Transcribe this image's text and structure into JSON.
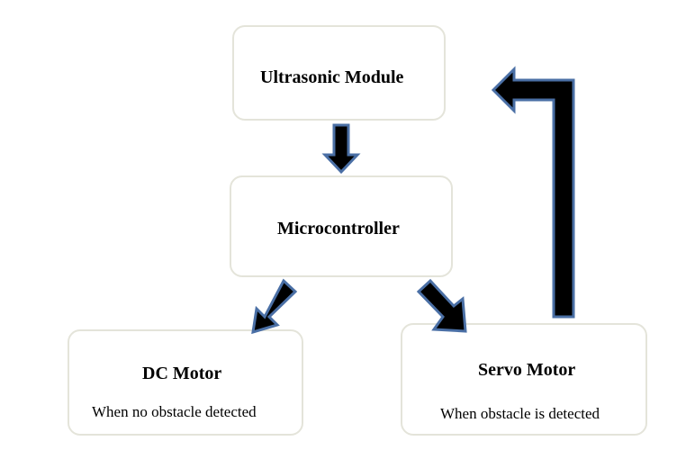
{
  "diagram": {
    "nodes": {
      "ultrasonic": {
        "title": "Ultrasonic Module"
      },
      "microcontroller": {
        "title": "Microcontroller"
      },
      "dc_motor": {
        "title": "DC Motor",
        "note": "When no obstacle detected"
      },
      "servo_motor": {
        "title": "Servo Motor",
        "note": "When obstacle is detected"
      }
    },
    "edges": [
      {
        "from": "Ultrasonic Module",
        "to": "Microcontroller"
      },
      {
        "from": "Microcontroller",
        "to": "DC Motor"
      },
      {
        "from": "Microcontroller",
        "to": "Servo Motor"
      },
      {
        "from": "Servo Motor",
        "to": "Ultrasonic Module"
      }
    ],
    "colors": {
      "box_border": "#e4e4da",
      "arrow_fill": "#000000",
      "arrow_outline": "#4a6fa5"
    }
  }
}
